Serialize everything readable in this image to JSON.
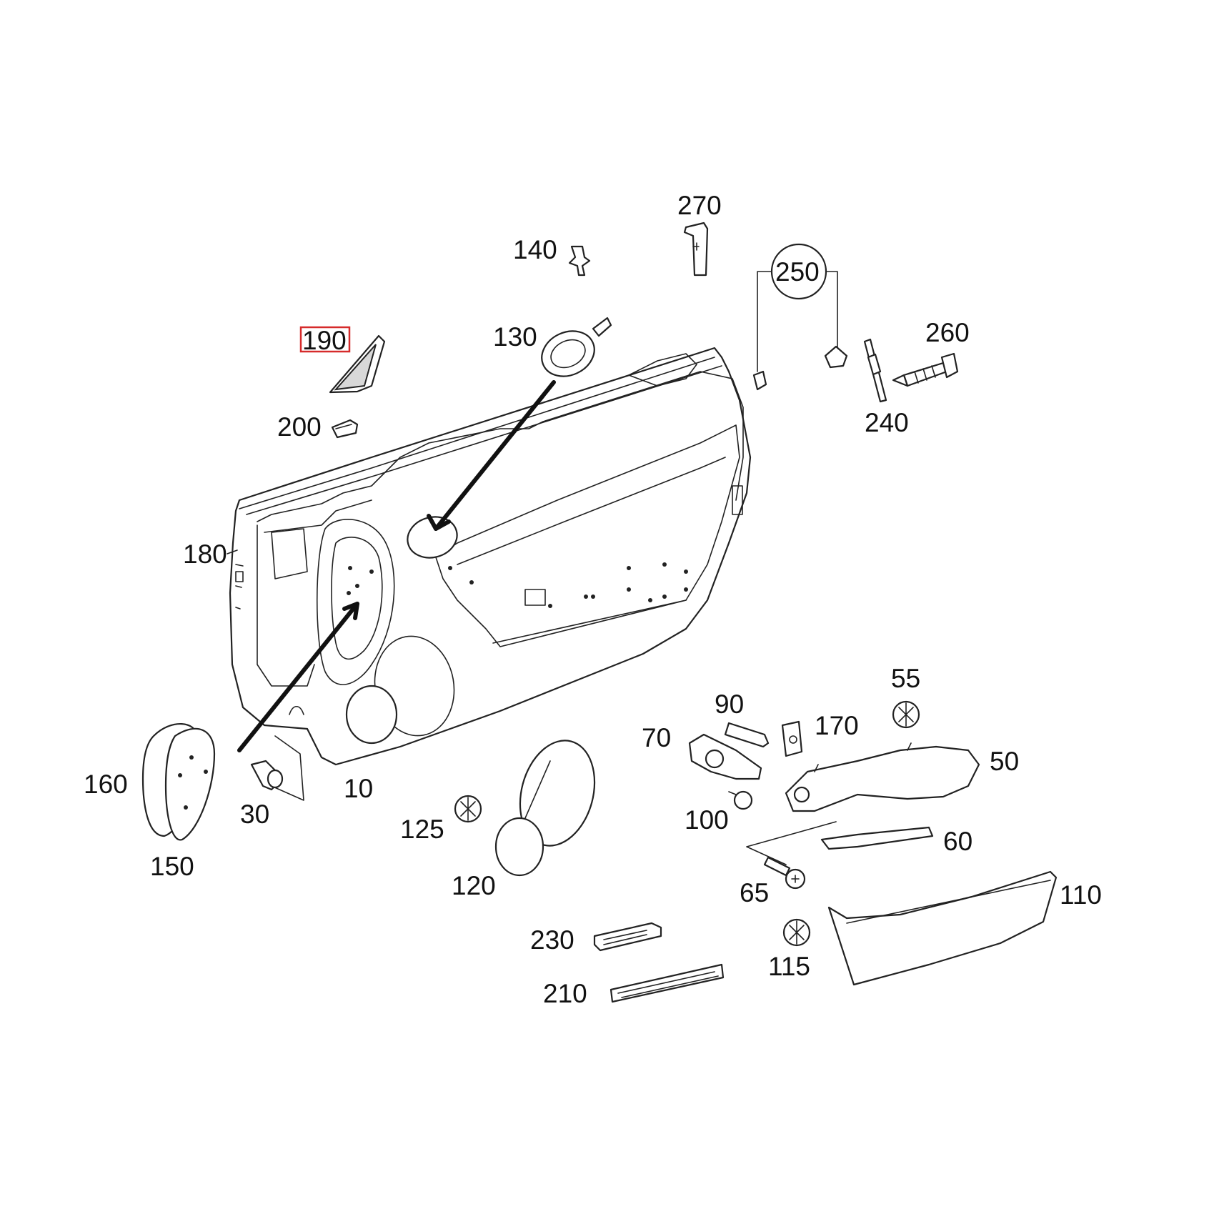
{
  "labels": {
    "l10": "10",
    "l30": "30",
    "l50": "50",
    "l55": "55",
    "l60": "60",
    "l65": "65",
    "l70": "70",
    "l90": "90",
    "l100": "100",
    "l110": "110",
    "l115": "115",
    "l120": "120",
    "l125": "125",
    "l130": "130",
    "l140": "140",
    "l150": "150",
    "l160": "160",
    "l170": "170",
    "l180": "180",
    "l190": "190",
    "l200": "200",
    "l210": "210",
    "l230": "230",
    "l240": "240",
    "l250": "250",
    "l260": "260",
    "l270": "270"
  },
  "highlighted_label": "190",
  "colors": {
    "highlight": "#d62b2b",
    "ink": "#222222",
    "background": "#ffffff"
  }
}
